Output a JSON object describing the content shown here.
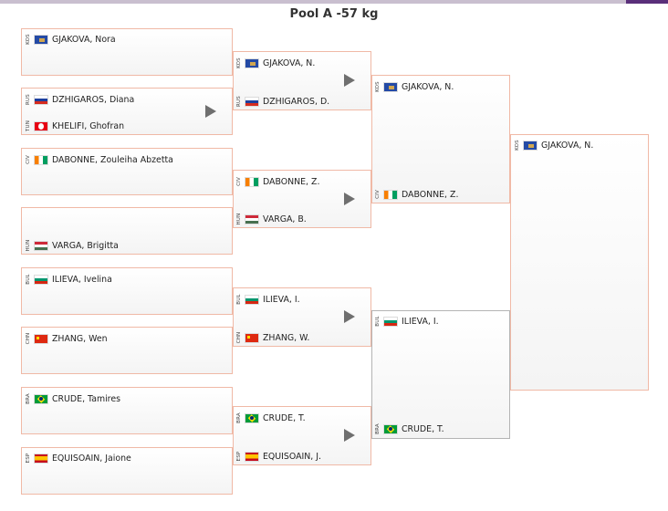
{
  "pool_title": "Pool A -57 kg",
  "colors": {
    "winner_border": "#f0b9a6",
    "loser_border": "#b4b4b4",
    "header_accent": "#5a2f7a"
  },
  "round1": [
    {
      "top": {
        "code": "KOS",
        "name": "GJAKOVA, Nora"
      },
      "bottom": null
    },
    {
      "top": {
        "code": "RUS",
        "name": "DZHIGAROS, Diana"
      },
      "bottom": {
        "code": "TUN",
        "name": "KHELIFI, Ghofran"
      }
    },
    {
      "top": {
        "code": "CIV",
        "name": "DABONNE, Zouleiha Abzetta"
      },
      "bottom": null
    },
    {
      "top": null,
      "bottom": {
        "code": "HUN",
        "name": "VARGA, Brigitta"
      }
    },
    {
      "top": {
        "code": "BUL",
        "name": "ILIEVA, Ivelina"
      },
      "bottom": null
    },
    {
      "top": {
        "code": "CHN",
        "name": "ZHANG, Wen"
      },
      "bottom": null
    },
    {
      "top": {
        "code": "BRA",
        "name": "CRUDE, Tamires"
      },
      "bottom": null
    },
    {
      "top": {
        "code": "ESP",
        "name": "EQUISOAIN, Jaione"
      },
      "bottom": null
    }
  ],
  "round2": [
    {
      "top": {
        "code": "KOS",
        "name": "GJAKOVA, N."
      },
      "bottom": {
        "code": "RUS",
        "name": "DZHIGAROS, D."
      }
    },
    {
      "top": {
        "code": "CIV",
        "name": "DABONNE, Z."
      },
      "bottom": {
        "code": "HUN",
        "name": "VARGA, B."
      }
    },
    {
      "top": {
        "code": "BUL",
        "name": "ILIEVA, I."
      },
      "bottom": {
        "code": "CHN",
        "name": "ZHANG, W."
      }
    },
    {
      "top": {
        "code": "BRA",
        "name": "CRUDE, T."
      },
      "bottom": {
        "code": "ESP",
        "name": "EQUISOAIN, J."
      }
    }
  ],
  "round3": [
    {
      "top": {
        "code": "KOS",
        "name": "GJAKOVA, N."
      },
      "bottom": {
        "code": "CIV",
        "name": "DABONNE, Z."
      }
    },
    {
      "top": {
        "code": "BUL",
        "name": "ILIEVA, I."
      },
      "bottom": {
        "code": "BRA",
        "name": "CRUDE, T."
      }
    }
  ],
  "final": {
    "code": "KOS",
    "name": "GJAKOVA, N."
  }
}
